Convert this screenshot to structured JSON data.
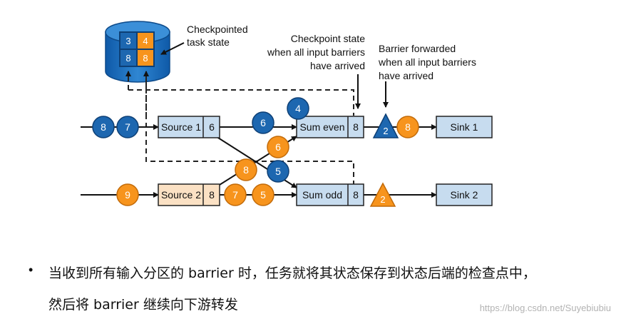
{
  "annotations": {
    "checkpointed_task_state": [
      "Checkpointed",
      "task state"
    ],
    "checkpoint_state": [
      "Checkpoint state",
      "when all input barriers",
      "have arrived"
    ],
    "barrier_forwarded": [
      "Barrier forwarded",
      "when all input barriers",
      "have arrived"
    ]
  },
  "state_store": {
    "cells": [
      "3",
      "4",
      "8",
      "8"
    ]
  },
  "operators": {
    "source1": {
      "label": "Source 1",
      "state": "6"
    },
    "source2": {
      "label": "Source 2",
      "state": "8"
    },
    "sum_even": {
      "label": "Sum even",
      "state": "8"
    },
    "sum_odd": {
      "label": "Sum odd",
      "state": "8"
    },
    "sink1": {
      "label": "Sink 1"
    },
    "sink2": {
      "label": "Sink 2"
    }
  },
  "records": {
    "src1_in_a": "8",
    "src1_in_b": "7",
    "src2_in": "9",
    "to_even_blue": "6",
    "queued_even": "4",
    "to_even_orange": "6",
    "to_odd_orange8": "8",
    "to_odd_blue": "5",
    "src2_out_7": "7",
    "src2_out_5": "5",
    "barrier_even": "2",
    "after_even": "8",
    "barrier_odd": "2"
  },
  "caption": {
    "bullet": "•",
    "line1": "当收到所有输入分区的 barrier 时，任务就将其状态保存到状态后端的检查点中，",
    "line2": "然后将 barrier 继续向下游转发"
  },
  "watermark": "https://blog.csdn.net/Suyebiubiu",
  "colors": {
    "blue_record": "#1d67b0",
    "orange_record": "#f7941d",
    "operator_fill": "#c7dcef",
    "source2_fill": "#fbe1c4",
    "dashed_line": "#222222"
  }
}
